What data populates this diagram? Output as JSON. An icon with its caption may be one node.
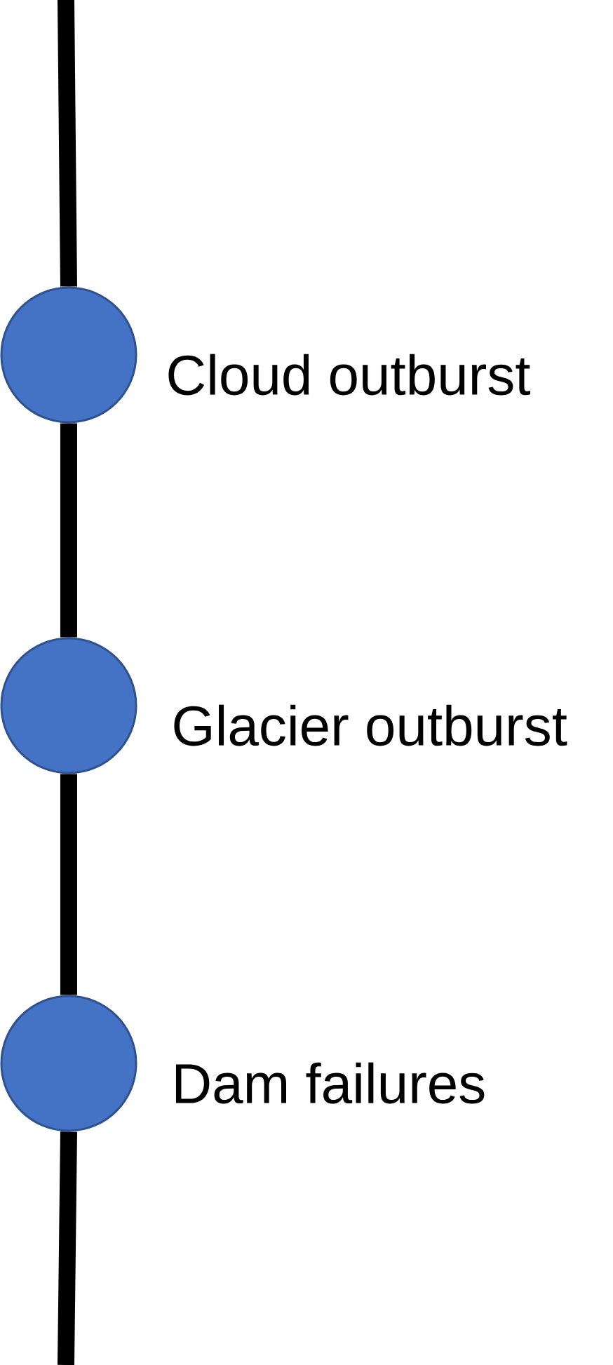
{
  "diagram": {
    "nodes": [
      {
        "text": [],
        "shape": "circle",
        "beside": [
          "Cloud outburst"
        ]
      },
      {
        "text": [],
        "shape": "circle",
        "beside": [
          "Glacier outburst"
        ]
      },
      {
        "text": [],
        "shape": "circle",
        "beside": [
          "Dam failures"
        ]
      }
    ],
    "edges": [
      {
        "from": null,
        "to": 0,
        "arrow": "none"
      },
      {
        "from": 0,
        "to": 1,
        "arrow": "none"
      },
      {
        "from": 1,
        "to": 2,
        "arrow": "none"
      },
      {
        "from": 2,
        "to": null,
        "arrow": "none"
      }
    ]
  }
}
